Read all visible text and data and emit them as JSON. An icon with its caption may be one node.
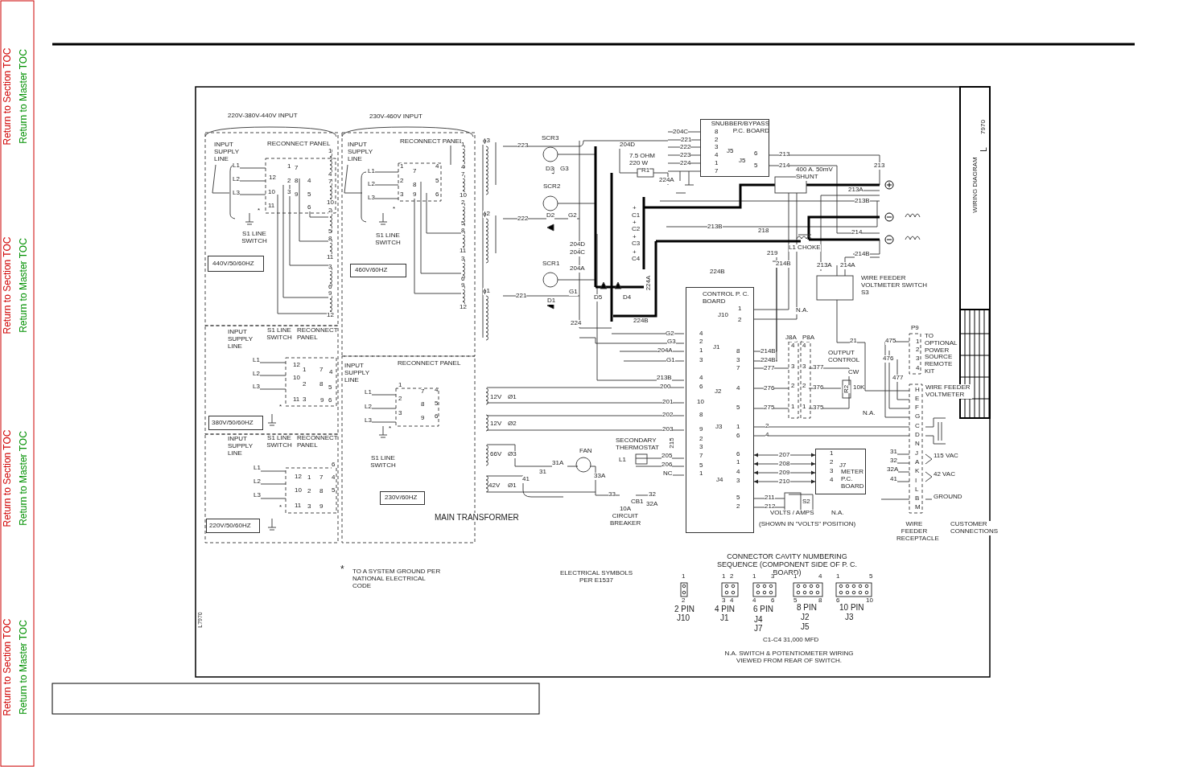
{
  "diagram": {
    "nodes": [
      {
        "text": [
          "440V/50/60HZ"
        ]
      },
      {
        "text": [
          "460V/60HZ"
        ]
      },
      {
        "text": [
          "380V/50/60HZ"
        ]
      },
      {
        "text": [
          "220V/50/60HZ"
        ]
      },
      {
        "text": [
          "230V/60HZ"
        ]
      },
      {
        "text": [
          "SNUBBER/BYPASS P.C. BOARD"
        ]
      },
      {
        "text": [
          "CONTROL P. C. BOARD"
        ]
      },
      {
        "text": [
          "METER P.C. BOARD"
        ]
      }
    ],
    "edges": [
      {
        "from": 6,
        "to": 7,
        "arrow": "both",
        "label": "207"
      },
      {
        "from": 6,
        "to": 7,
        "arrow": "both",
        "label": "208"
      },
      {
        "from": 6,
        "to": 7,
        "arrow": "both",
        "label": "209"
      },
      {
        "from": 6,
        "to": 7,
        "arrow": "both",
        "label": "210"
      }
    ],
    "labels": [
      "Return to Section TOC",
      "Return to Master TOC",
      "Return to Section TOC",
      "Return to Master TOC",
      "Return to Section TOC",
      "Return to Master TOC",
      "Return to Section TOC",
      "Return to Master TOC",
      "220V-380V-440V INPUT",
      "230V-460V INPUT",
      "INPUT SUPPLY LINE",
      "RECONNECT PANEL",
      "L1",
      "L2",
      "L3",
      "1",
      "12",
      "2",
      "10",
      "3",
      "11",
      "7",
      "8",
      "9",
      "4",
      "5",
      "6",
      "1",
      "4",
      "7",
      "10",
      "2",
      "5",
      "8",
      "11",
      "3",
      "6",
      "9",
      "12",
      "S1 LINE SWITCH",
      "*",
      "INPUT SUPPLY LINE",
      "RECONNECT PANEL",
      "L1",
      "L2",
      "L3",
      "1",
      "2",
      "3",
      "7",
      "8",
      "9",
      "4",
      "5",
      "6",
      "1",
      "4",
      "7",
      "10",
      "2",
      "5",
      "8",
      "11",
      "3",
      "6",
      "9",
      "12",
      "S1 LINE SWITCH",
      "*",
      "INPUT SUPPLY LINE",
      "S1 LINE SWITCH",
      "RECONNECT PANEL",
      "L1",
      "L2",
      "L3",
      "12",
      "1",
      "7",
      "10",
      "2",
      "8",
      "11",
      "3",
      "9",
      "4",
      "5",
      "6",
      "*",
      "INPUT SUPPLY LINE",
      "S1 LINE SWITCH",
      "RECONNECT PANEL",
      "L1",
      "L2",
      "L3",
      "12",
      "1",
      "7",
      "6",
      "10",
      "2",
      "8",
      "4",
      "11",
      "3",
      "9",
      "5",
      "*",
      "INPUT SUPPLY LINE",
      "RECONNECT PANEL",
      "L1",
      "L2",
      "L3",
      "1",
      "2",
      "3",
      "7",
      "8",
      "9",
      "4",
      "5",
      "6",
      "S1 LINE SWITCH",
      "*",
      "MAIN TRANSFORMER",
      "ϕ3",
      "ϕ2",
      "ϕ1",
      "223",
      "SCR3",
      "D3",
      "G3",
      "SCR2",
      "D2",
      "G2",
      "222",
      "SCR1",
      "G1",
      "D1",
      "221",
      "224",
      "204D",
      "7.5 OHM 220 W",
      "R1",
      "224A",
      "204D",
      "204C",
      "204A",
      "C1",
      "C2",
      "C3",
      "C4",
      "+",
      "+",
      "+",
      "+",
      "224A",
      "D5",
      "D4",
      "224B",
      "213B",
      "224B",
      "J10",
      "1",
      "2",
      "204C",
      "221",
      "222",
      "223",
      "224",
      "8",
      "2",
      "3",
      "4",
      "1",
      "7",
      "J5",
      "J5",
      "6",
      "5",
      "213",
      "214",
      "400 A. 50mV SHUNT",
      "213",
      "213A",
      "213B",
      "218",
      "219",
      "L1 CHOKE",
      "214",
      "214B",
      "214B",
      "213A",
      "214A",
      "WIRE FEEDER VOLTMETER SWITCH S3",
      "N.A.",
      "P9",
      "TO OPTIONAL POWER SOURCE REMOTE KIT",
      "1",
      "2",
      "3",
      "4",
      "475",
      "476",
      "477",
      "21",
      "J8A",
      "P8A",
      "4",
      "4",
      "3",
      "3",
      "2",
      "2",
      "1",
      "1",
      "OUTPUT CONTROL",
      "377",
      "CW",
      "376",
      "R2",
      "10K",
      "375",
      "N.A.",
      "8",
      "3",
      "7",
      "4",
      "5",
      "1",
      "6",
      "214B",
      "224B",
      "277",
      "276",
      "275",
      "2",
      "4",
      "J2",
      "G2",
      "G3",
      "204A",
      "G1",
      "4",
      "2",
      "1",
      "3",
      "J1",
      "213B",
      "200",
      "201",
      "202",
      "203",
      "4",
      "6",
      "10",
      "8",
      "9",
      "2",
      "3",
      "7",
      "5",
      "1",
      "215",
      "205",
      "206",
      "NC",
      "J3",
      "12V",
      "Ø1",
      "12V",
      "Ø2",
      "66V",
      "Ø3",
      "42V",
      "Ø1",
      "SECONDARY THERMOSTAT",
      "L1",
      "FAN",
      "31A",
      "31",
      "33A",
      "41",
      "33",
      "CB1",
      "32",
      "32A",
      "10A CIRCUIT BREAKER",
      "6",
      "1",
      "4",
      "3",
      "5",
      "2",
      "J4",
      "211",
      "212",
      "1",
      "2",
      "3",
      "4",
      "J7",
      "S2",
      "VOLTS / AMPS",
      "(SHOWN IN \"VOLTS\" POSITION)",
      "N.A.",
      "H",
      "E",
      "F",
      "G",
      "C",
      "D",
      "N",
      "J",
      "A",
      "K",
      "I",
      "L",
      "B",
      "M",
      "WIRE FEEDER VOLTMETER",
      "31",
      "32",
      "32A",
      "41",
      "115 VAC",
      "42 VAC",
      "GROUND",
      "WIRE FEEDER RECEPTACLE",
      "CUSTOMER CONNECTIONS",
      "WIRING DIAGRAM",
      "L",
      "7970",
      "L7970",
      "*",
      "TO A SYSTEM GROUND PER NATIONAL ELECTRICAL CODE",
      "ELECTRICAL SYMBOLS PER E1537",
      "CONNECTOR CAVITY NUMBERING SEQUENCE (COMPONENT SIDE OF P. C. BOARD)",
      "2 PIN",
      "J10",
      "4 PIN",
      "J1",
      "6 PIN",
      "J4",
      "J7",
      "8 PIN",
      "J2",
      "J5",
      "10 PIN",
      "J3",
      "1",
      "2",
      "1",
      "2",
      "3",
      "4",
      "1",
      "3",
      "4",
      "6",
      "1",
      "4",
      "5",
      "8",
      "1",
      "5",
      "6",
      "10",
      "C1-C4 31,000 MFD",
      "N.A. SWITCH & POTENTIOMETER WIRING VIEWED FROM REAR OF SWITCH."
    ]
  }
}
